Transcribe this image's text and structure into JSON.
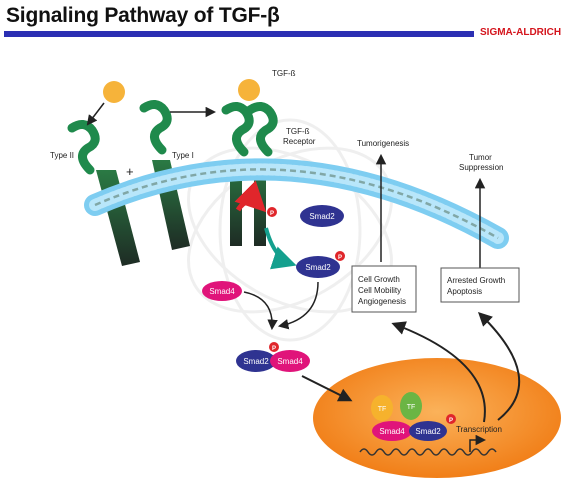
{
  "header": {
    "title": "Signaling Pathway of TGF-β",
    "brand": "SIGMA-ALDRICH"
  },
  "labels": {
    "type_ii": "Type II",
    "type_i": "Type I",
    "plus": "+",
    "tgf_b": "TGF-ß",
    "tgf_b_receptor_1": "TGF-ß",
    "tgf_b_receptor_2": "Receptor",
    "tumorigenesis": "Tumorigenesis",
    "tumor_suppression_1": "Tumor",
    "tumor_suppression_2": "Suppression",
    "phospho": "P",
    "smad2": "Smad2",
    "smad4": "Smad4",
    "tf": "TF",
    "transcription": "Transcription"
  },
  "boxes": {
    "growth_lines": [
      "Cell Growth",
      "Cell Mobility",
      "Angiogenesis"
    ],
    "arrest_lines": [
      "Arrested Growth",
      "Apoptosis"
    ]
  },
  "colors": {
    "title_bar": "#2b2fb3",
    "brand": "#d4141c",
    "receptor_green": "#1f8a4c",
    "ligand": "#f6b33a",
    "smad2": "#2f3391",
    "smad4": "#e0147a",
    "phospho": "#e0262b",
    "membrane": "#8fd3f3",
    "nucleus": "#f58a25",
    "tf_yellow": "#f6b22d",
    "tf_green": "#6bb544",
    "teal_arrow": "#14a08e"
  }
}
